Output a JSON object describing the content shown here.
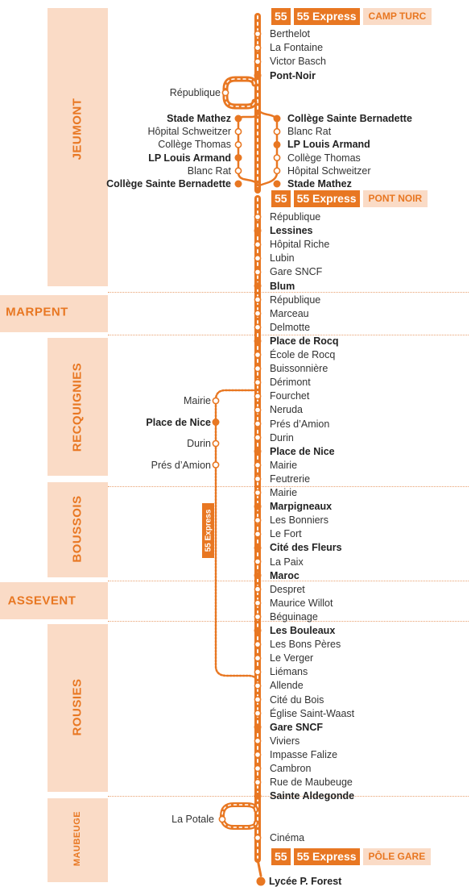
{
  "colors": {
    "line": "#e87722",
    "zone_bg": "#fadbc6",
    "text": "#333333"
  },
  "line": {
    "number": "55",
    "name": "55 Express",
    "side_label": "55 Express"
  },
  "headers": [
    {
      "badge": "55",
      "name": "55 Express",
      "destination": "CAMP TURC"
    },
    {
      "badge": "55",
      "name": "55 Express",
      "destination": "PONT NOIR"
    },
    {
      "badge": "55",
      "name": "55 Express",
      "destination": "PÔLE GARE"
    }
  ],
  "zones": [
    {
      "name": "JEUMONT"
    },
    {
      "name": "MARPENT"
    },
    {
      "name": "RECQUIGNIES"
    },
    {
      "name": "BOUSSOIS"
    },
    {
      "name": "ASSEVENT"
    },
    {
      "name": "ROUSIES"
    },
    {
      "name": "MAUBEUGE"
    }
  ],
  "stops": {
    "jeumont_top": [
      {
        "name": "Berthelot",
        "major": false
      },
      {
        "name": "La  Fontaine",
        "major": false
      },
      {
        "name": "Victor Basch",
        "major": false
      },
      {
        "name": "Pont-Noir",
        "major": true
      }
    ],
    "republique_loop": {
      "name": "République",
      "major": false
    },
    "loop_left": [
      {
        "name": "Stade Mathez",
        "major": true
      },
      {
        "name": "Hôpital Schweitzer",
        "major": false
      },
      {
        "name": "Collège Thomas",
        "major": false
      },
      {
        "name": "LP Louis Armand",
        "major": true
      },
      {
        "name": "Blanc Rat",
        "major": false
      },
      {
        "name": "Collège Sainte Bernadette",
        "major": true
      }
    ],
    "loop_right": [
      {
        "name": "Collège Sainte Bernadette",
        "major": true
      },
      {
        "name": "Blanc Rat",
        "major": false
      },
      {
        "name": "LP Louis Armand",
        "major": true
      },
      {
        "name": "Collège Thomas",
        "major": false
      },
      {
        "name": "Hôpital Schweitzer",
        "major": false
      },
      {
        "name": "Stade Mathez",
        "major": true
      }
    ],
    "main": [
      {
        "name": "République",
        "major": false
      },
      {
        "name": "Lessines",
        "major": true
      },
      {
        "name": "Hôpital Riche",
        "major": false
      },
      {
        "name": "Lubin",
        "major": false
      },
      {
        "name": "Gare SNCF",
        "major": false
      },
      {
        "name": "Blum",
        "major": true
      },
      {
        "name": "République",
        "major": false
      },
      {
        "name": "Marceau",
        "major": false
      },
      {
        "name": "Delmotte",
        "major": false
      },
      {
        "name": "Place de Rocq",
        "major": true
      },
      {
        "name": "École de Rocq",
        "major": false
      },
      {
        "name": "Buissonnière",
        "major": false
      },
      {
        "name": "Dérimont",
        "major": false
      },
      {
        "name": "Fourchet",
        "major": false
      },
      {
        "name": "Neruda",
        "major": false
      },
      {
        "name": "Prés d’Amion",
        "major": false
      },
      {
        "name": "Durin",
        "major": false
      },
      {
        "name": "Place de Nice",
        "major": true
      },
      {
        "name": "Mairie",
        "major": false
      },
      {
        "name": "Feutrerie",
        "major": false
      },
      {
        "name": "Mairie",
        "major": false
      },
      {
        "name": "Marpigneaux",
        "major": true
      },
      {
        "name": "Les Bonniers",
        "major": false
      },
      {
        "name": "Le Fort",
        "major": false
      },
      {
        "name": "Cité des Fleurs",
        "major": true
      },
      {
        "name": "La Paix",
        "major": false
      },
      {
        "name": "Maroc",
        "major": true
      },
      {
        "name": "Despret",
        "major": false
      },
      {
        "name": "Maurice Willot",
        "major": false
      },
      {
        "name": "Béguinage",
        "major": false
      },
      {
        "name": "Les Bouleaux",
        "major": true
      },
      {
        "name": "Les Bons Pères",
        "major": false
      },
      {
        "name": "Le Verger",
        "major": false
      },
      {
        "name": "Liémans",
        "major": false
      },
      {
        "name": "Allende",
        "major": false
      },
      {
        "name": "Cité du Bois",
        "major": false
      },
      {
        "name": "Église Saint-Waast",
        "major": false
      },
      {
        "name": "Gare SNCF",
        "major": true
      },
      {
        "name": "Viviers",
        "major": false
      },
      {
        "name": "Impasse Falize",
        "major": false
      },
      {
        "name": "Cambron",
        "major": false
      },
      {
        "name": "Rue de Maubeuge",
        "major": false
      },
      {
        "name": "Sainte Aldegonde",
        "major": true
      }
    ],
    "express_branch": [
      {
        "name": "Mairie",
        "major": false
      },
      {
        "name": "Place de Nice",
        "major": true
      },
      {
        "name": "Durin",
        "major": false
      },
      {
        "name": "Prés d’Amion",
        "major": false
      }
    ],
    "la_potale": {
      "name": "La Potale",
      "major": false
    },
    "cinema": {
      "name": "Cinéma",
      "major": false
    },
    "terminus": {
      "name": "Lycée P. Forest",
      "major": true
    }
  }
}
